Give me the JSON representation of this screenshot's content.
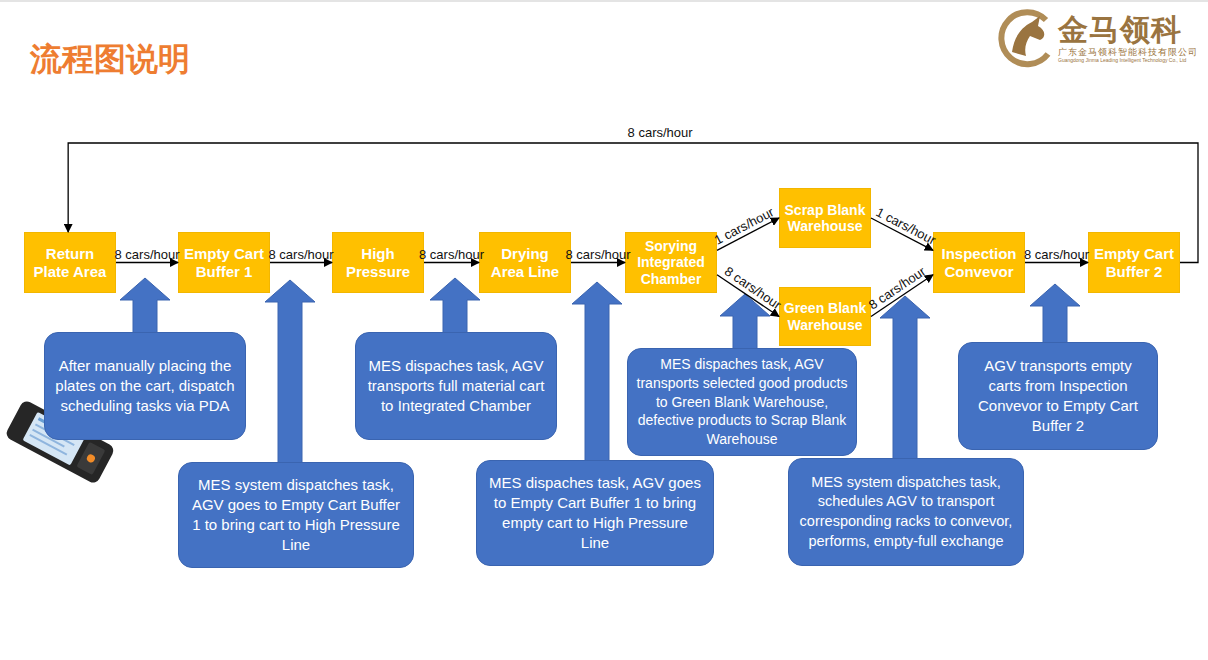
{
  "diagram": {
    "title": "流程图说明",
    "nodes": [
      {
        "text": [
          "Return Plate Area"
        ]
      },
      {
        "text": [
          "Empty Cart Buffer 1"
        ]
      },
      {
        "text": [
          "High Pressure"
        ]
      },
      {
        "text": [
          "Drying Area Line"
        ]
      },
      {
        "text": [
          "Sorying Integrated Chamber"
        ]
      },
      {
        "text": [
          "Scrap Blank Warehouse"
        ]
      },
      {
        "text": [
          "Green Blank Warehouse"
        ]
      },
      {
        "text": [
          "Inspection Convevor"
        ]
      },
      {
        "text": [
          "Empty Cart Buffer 2"
        ]
      },
      {
        "text": [
          "After manually placing the plates on the cart, dispatch scheduling tasks via PDA"
        ]
      },
      {
        "text": [
          "MES system dispatches task, AGV goes to Empty Cart Buffer 1 to bring cart to High Pressure Line"
        ]
      },
      {
        "text": [
          "MES dispaches task, AGV transports full material cart to Integrated Chamber"
        ]
      },
      {
        "text": [
          "MES dispaches task, AGV goes to Empty Cart Buffer 1 to bring empty cart to High Pressure Line"
        ]
      },
      {
        "text": [
          "MES dispaches task, AGV transports selected good products to Green Blank Warehouse, defective products to Scrap Blank Warehouse"
        ]
      },
      {
        "text": [
          "MES system dispatches task, schedules AGV to transport corresponding racks to convevor, performs, empty-full exchange"
        ]
      },
      {
        "text": [
          "AGV transports empty carts from Inspection Convevor to Empty Cart Buffer 2"
        ]
      }
    ],
    "edges": [
      {
        "from": 0,
        "to": 1,
        "arrow": "to",
        "label": "8 cars/hour"
      },
      {
        "from": 1,
        "to": 2,
        "arrow": "to",
        "label": "8 cars/hour"
      },
      {
        "from": 2,
        "to": 3,
        "arrow": "to",
        "label": "8 cars/hour"
      },
      {
        "from": 3,
        "to": 4,
        "arrow": "to",
        "label": "8 cars/hour"
      },
      {
        "from": 4,
        "to": 5,
        "arrow": "to",
        "label": "1 cars/hour"
      },
      {
        "from": 4,
        "to": 6,
        "arrow": "to",
        "label": "8 cars/hour"
      },
      {
        "from": 5,
        "to": 7,
        "arrow": "to",
        "label": "1 cars/hour"
      },
      {
        "from": 6,
        "to": 7,
        "arrow": "to",
        "label": "8 cars/hour"
      },
      {
        "from": 7,
        "to": 8,
        "arrow": "to",
        "label": "8 cars/hour"
      },
      {
        "from": 8,
        "to": 0,
        "arrow": "to",
        "label": "8 cars/hour"
      }
    ],
    "labels": [
      "金马领科",
      "广东金马领科智能科技有限公司",
      "Guangdong Jinma Leading Intelligent Technology Co., Ltd"
    ]
  }
}
